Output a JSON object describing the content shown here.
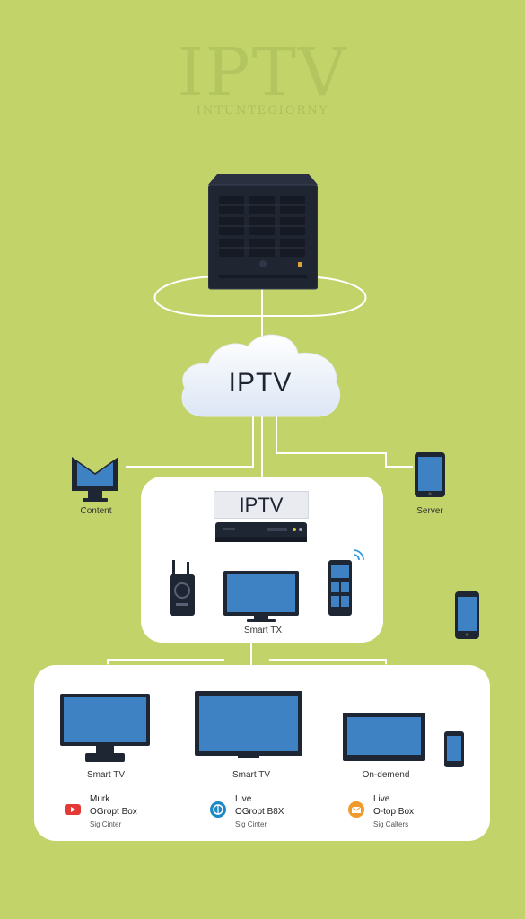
{
  "header": {
    "title": "IPTV",
    "subtitle": "INTUNTEGIORNY"
  },
  "cloud": {
    "label": "IPTV"
  },
  "side": {
    "left_label": "Content",
    "right_label": "Server"
  },
  "panel": {
    "badge": "IPTV",
    "tv_label": "Smart TX"
  },
  "devices": [
    {
      "label": "Smart TV"
    },
    {
      "label": "Smart TV"
    },
    {
      "label": "On-demend"
    }
  ],
  "rows": [
    {
      "title": "Murk",
      "name": "OGropt Box",
      "sub": "Sig Cinter",
      "icon": "play-icon",
      "color": "#e53935"
    },
    {
      "title": "Live",
      "name": "OGropt B8X",
      "sub": "Sig Cinter",
      "icon": "globe-icon",
      "color": "#1e88c7"
    },
    {
      "title": "Live",
      "name": "O-top Box",
      "sub": "Sig Calters",
      "icon": "mail-icon",
      "color": "#ef9a2a"
    }
  ],
  "colors": {
    "background": "#c2d36a",
    "panel": "#ffffff",
    "screen": "#3f82c4",
    "device": "#1f2633",
    "link": "#ffffff",
    "link_accent": "#e6d24a"
  }
}
